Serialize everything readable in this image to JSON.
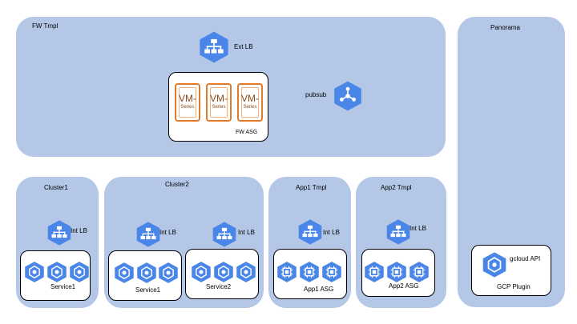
{
  "colors": {
    "panel": "#b4c7e7",
    "hex": "#4a86e8",
    "vm_border": "#e07b2a"
  },
  "fw": {
    "title": "FW Tmpl",
    "ext_lb": "Ext LB",
    "asg": "FW ASG",
    "pubsub": "pubsub",
    "vm1": "VM-",
    "vm1b": "Series",
    "vm2": "VM-",
    "vm2b": "Series",
    "vm3": "VM-",
    "vm3b": "Series"
  },
  "panorama": {
    "title": "Panorama",
    "gcloud": "gcloud  API",
    "plugin": "GCP Plugin"
  },
  "cluster1": {
    "title": "Cluster1",
    "int_lb": "Int LB",
    "service": "Service1"
  },
  "cluster2": {
    "title": "Cluster2",
    "int_lb_a": "Int LB",
    "int_lb_b": "Int LB",
    "service_a": "Service1",
    "service_b": "Service2"
  },
  "app1": {
    "title": "App1 Tmpl",
    "int_lb": "Int LB",
    "asg": "App1 ASG"
  },
  "app2": {
    "title": "App2 Tmpl",
    "int_lb": "Int LB",
    "asg": "App2 ASG"
  }
}
